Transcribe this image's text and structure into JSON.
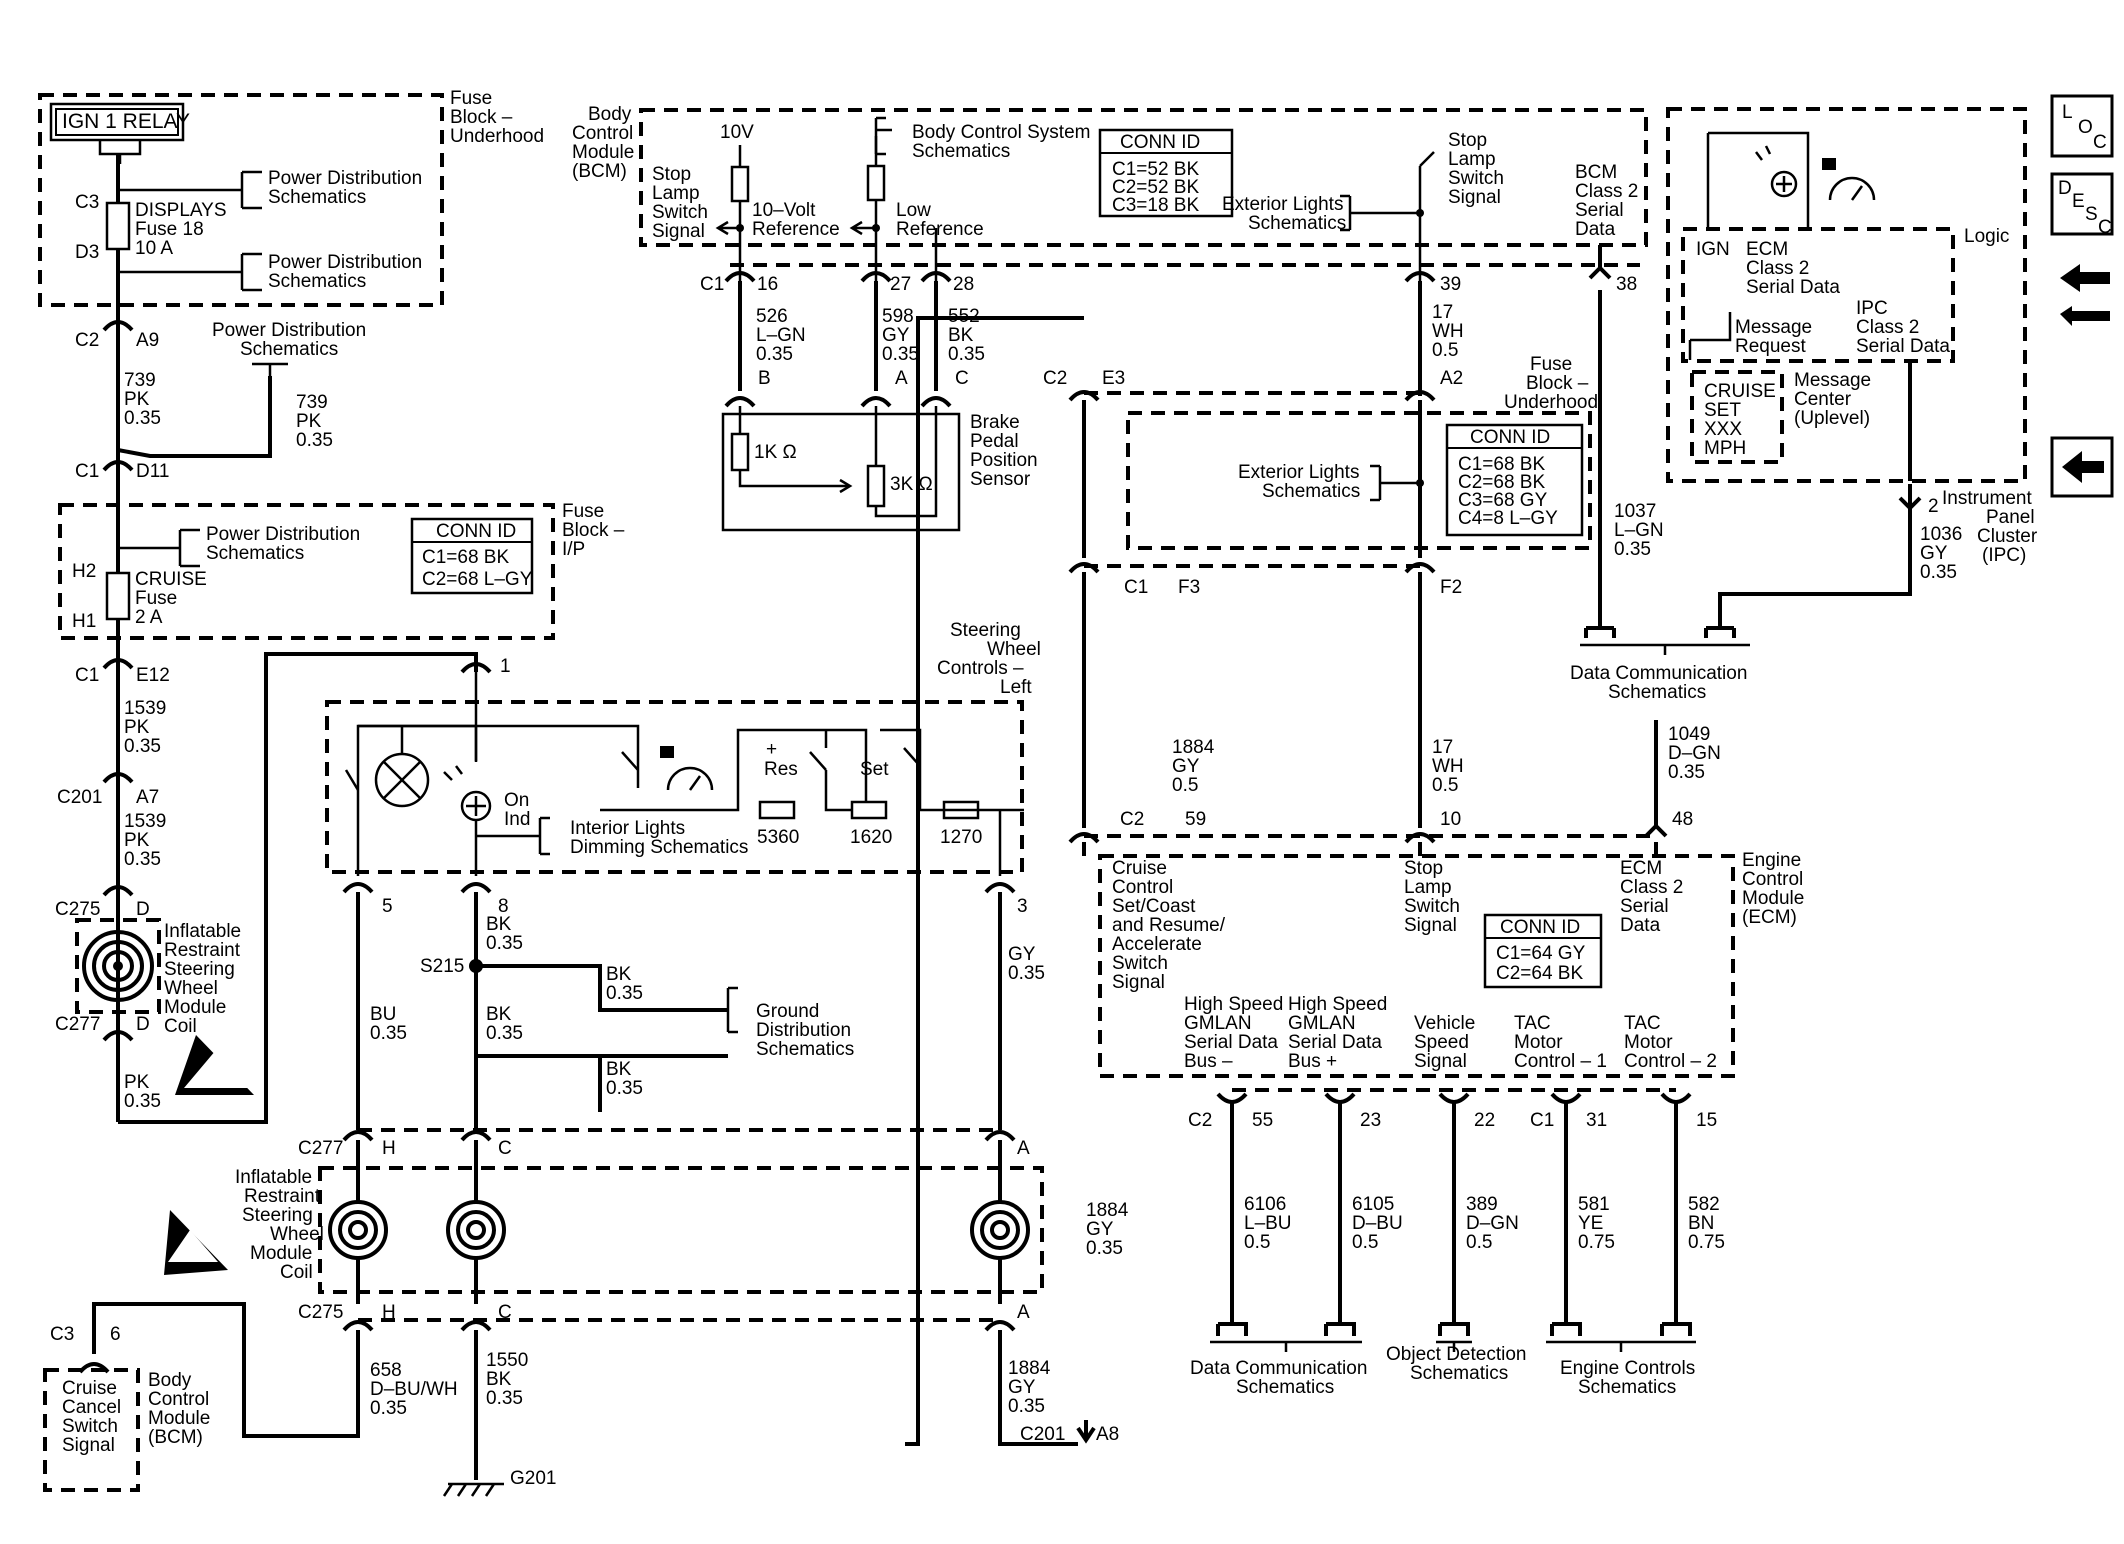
{
  "top": {
    "ign_relay": "IGN 1 RELAY",
    "fuse_block_underhood": [
      "Fuse",
      "Block –",
      "Underhood"
    ],
    "c3": "C3",
    "d3": "D3",
    "displays_fuse": [
      "DISPLAYS",
      "Fuse 18",
      "10 A"
    ],
    "pds1": [
      "Power Distribution",
      "Schematics"
    ],
    "pds2": [
      "Power Distribution",
      "Schematics"
    ],
    "c2": "C2",
    "a9": "A9",
    "w739a": [
      "739",
      "PK",
      "0.35"
    ],
    "pds3": [
      "Power Distribution",
      "Schematics"
    ],
    "w739b": [
      "739",
      "PK",
      "0.35"
    ],
    "c1": "C1",
    "d11": "D11"
  },
  "ip": {
    "fuse_block_ip": [
      "Fuse",
      "Block –",
      "I/P"
    ],
    "pds": [
      "Power Distribution",
      "Schematics"
    ],
    "conn_title": "CONN ID",
    "conn": [
      "C1=68 BK",
      "C2=68 L–GY"
    ],
    "h2": "H2",
    "h1": "H1",
    "cruise_fuse": [
      "CRUISE",
      "Fuse",
      "2 A"
    ]
  },
  "left": {
    "c1": "C1",
    "e12": "E12",
    "w1539a": [
      "1539",
      "PK",
      "0.35"
    ],
    "c201": "C201",
    "a7": "A7",
    "w1539b": [
      "1539",
      "PK",
      "0.35"
    ],
    "c275": "C275",
    "d1": "D",
    "coil": [
      "Inflatable",
      "Restraint",
      "Steering",
      "Wheel",
      "Module",
      "Coil"
    ],
    "c277": "C277",
    "d2": "D",
    "pk": [
      "PK",
      "0.35"
    ]
  },
  "bcm": {
    "title": [
      "Body",
      "Control",
      "Module",
      "(BCM)"
    ],
    "stop_sig": [
      "Stop",
      "Lamp",
      "Switch",
      "Signal"
    ],
    "v10": "10V",
    "ref10": [
      "10–Volt",
      "Reference"
    ],
    "bcs": [
      "Body Control System",
      "Schematics"
    ],
    "lowref": [
      "Low",
      "Reference"
    ],
    "conn_title": "CONN ID",
    "conn": [
      "C1=52 BK",
      "C2=52 BK",
      "C3=18 BK"
    ],
    "ext_lights": [
      "Exterior Lights",
      "Schematics"
    ],
    "stop_switch": [
      "Stop",
      "Lamp",
      "Switch",
      "Signal"
    ],
    "class2": [
      "BCM",
      "Class 2",
      "Serial",
      "Data"
    ],
    "c1": "C1",
    "pins": [
      "16",
      "27",
      "28",
      "39",
      "38"
    ]
  },
  "brake": {
    "w526": [
      "526",
      "L–GN",
      "0.35"
    ],
    "w598": [
      "598",
      "GY",
      "0.35"
    ],
    "w552": [
      "552",
      "BK",
      "0.35"
    ],
    "b": "B",
    "a": "A",
    "c": "C",
    "r1": "1K Ω",
    "r2": "3K Ω",
    "title": [
      "Brake",
      "Pedal",
      "Position",
      "Sensor"
    ]
  },
  "mid": {
    "w17a": [
      "17",
      "WH",
      "0.5"
    ],
    "c2": "C2",
    "e3": "E3",
    "a2": "A2",
    "fuse_block": [
      "Fuse",
      "Block –",
      "Underhood"
    ],
    "ext_lights": [
      "Exterior Lights",
      "Schematics"
    ],
    "conn_title": "CONN ID",
    "conn": [
      "C1=68 BK",
      "C2=68 BK",
      "C3=68 GY",
      "C4=8 L–GY"
    ],
    "c1": "C1",
    "f3": "F3",
    "f2": "F2",
    "w1037": [
      "1037",
      "L–GN",
      "0.35"
    ],
    "w1036": [
      "1036",
      "GY",
      "0.35"
    ],
    "dcs": [
      "Data Communication",
      "Schematics"
    ],
    "w1884a": [
      "1884",
      "GY",
      "0.5"
    ],
    "w17b": [
      "17",
      "WH",
      "0.5"
    ],
    "w1049": [
      "1049",
      "D–GN",
      "0.35"
    ],
    "c2b": "C2",
    "p59": "59",
    "p10": "10",
    "p48": "48"
  },
  "ipc": {
    "ign": "IGN",
    "ecm_class2": [
      "ECM",
      "Class 2",
      "Serial Data"
    ],
    "logic": "Logic",
    "msg_req": [
      "Message",
      "Request"
    ],
    "ipc_class2": [
      "IPC",
      "Class 2",
      "Serial Data"
    ],
    "cruise": [
      "CRUISE",
      "SET",
      "XXX",
      "MPH"
    ],
    "msg_center": [
      "Message",
      "Center",
      "(Uplevel)"
    ],
    "pin2": "2",
    "title": [
      "Instrument",
      "Panel",
      "Cluster",
      "(IPC)"
    ]
  },
  "swc": {
    "title": [
      "Steering",
      "Wheel",
      "Controls –",
      "Left"
    ],
    "pin1": "1",
    "on_ind": [
      "On",
      "Ind"
    ],
    "res": [
      "+",
      "Res"
    ],
    "set": "Set",
    "interior": [
      "Interior Lights",
      "Dimming Schematics"
    ],
    "resistors": [
      "5360",
      "1620",
      "1270"
    ],
    "pins": [
      "5",
      "8",
      "3"
    ],
    "bk8": [
      "BK",
      "0.35"
    ],
    "s215": "S215",
    "bk_a": [
      "BK",
      "0.35"
    ],
    "bu": [
      "BU",
      "0.35"
    ],
    "bk_b": [
      "BK",
      "0.35"
    ],
    "ground": [
      "Ground",
      "Distribution",
      "Schematics"
    ],
    "bk_c": [
      "BK",
      "0.35"
    ],
    "gy": [
      "GY",
      "0.35"
    ]
  },
  "coil2": {
    "c277": "C277",
    "h": "H",
    "c": "C",
    "a": "A",
    "title": [
      "Inflatable",
      "Restraint",
      "Steering",
      "Wheel",
      "Module",
      "Coil"
    ],
    "c275": "C275",
    "h2": "H",
    "c2": "C",
    "a2": "A",
    "w1884": [
      "1884",
      "GY",
      "0.35"
    ]
  },
  "bottom": {
    "c3": "C3",
    "p6": "6",
    "cruise_cancel": [
      "Cruise",
      "Cancel",
      "Switch",
      "Signal"
    ],
    "bcm": [
      "Body",
      "Control",
      "Module",
      "(BCM)"
    ],
    "w658": [
      "658",
      "D–BU/WH",
      "0.35"
    ],
    "w1550": [
      "1550",
      "BK",
      "0.35"
    ],
    "g201": "G201",
    "w1884": [
      "1884",
      "GY",
      "0.35"
    ],
    "c201": "C201",
    "a8": "A8"
  },
  "ecm": {
    "cruise_sig": [
      "Cruise",
      "Control",
      "Set/Coast",
      "and Resume/",
      "Accelerate",
      "Switch",
      "Signal"
    ],
    "stop_sig": [
      "Stop",
      "Lamp",
      "Switch",
      "Signal"
    ],
    "class2": [
      "ECM",
      "Class 2",
      "Serial",
      "Data"
    ],
    "title": [
      "Engine",
      "Control",
      "Module",
      "(ECM)"
    ],
    "conn_title": "CONN ID",
    "conn": [
      "C1=64 GY",
      "C2=64 BK"
    ],
    "hs_minus": [
      "High Speed",
      "GMLAN",
      "Serial Data",
      "Bus –"
    ],
    "hs_plus": [
      "High Speed",
      "GMLAN",
      "Serial Data",
      "Bus +"
    ],
    "vss": [
      "Vehicle",
      "Speed",
      "Signal"
    ],
    "tac1": [
      "TAC",
      "Motor",
      "Control – 1"
    ],
    "tac2": [
      "TAC",
      "Motor",
      "Control – 2"
    ],
    "c2": "C2",
    "c1": "C1",
    "pins": [
      "55",
      "23",
      "22",
      "31",
      "15"
    ],
    "w6106": [
      "6106",
      "L–BU",
      "0.5"
    ],
    "w6105": [
      "6105",
      "D–BU",
      "0.5"
    ],
    "w389": [
      "389",
      "D–GN",
      "0.5"
    ],
    "w581": [
      "581",
      "YE",
      "0.75"
    ],
    "w582": [
      "582",
      "BN",
      "0.75"
    ],
    "dcs": [
      "Data Communication",
      "Schematics"
    ],
    "ods": [
      "Object Detection",
      "Schematics"
    ],
    "ecs": [
      "Engine Controls",
      "Schematics"
    ]
  },
  "nav": {
    "loc": [
      "L",
      "O",
      "C"
    ],
    "desc": [
      "D",
      "E",
      "S",
      "C"
    ]
  }
}
